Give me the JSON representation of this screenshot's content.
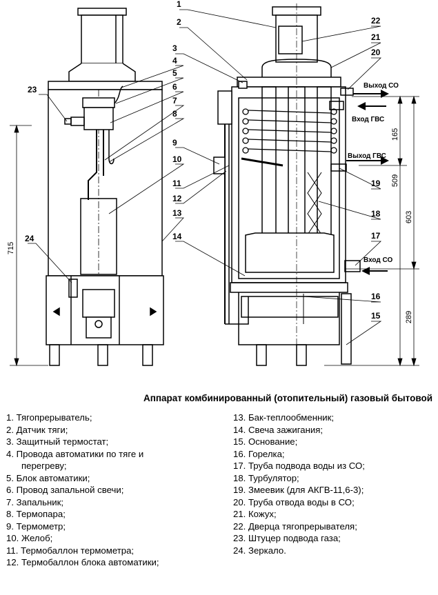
{
  "diagram": {
    "callouts": [
      "1",
      "2",
      "3",
      "4",
      "5",
      "6",
      "7",
      "8",
      "9",
      "10",
      "11",
      "12",
      "13",
      "14",
      "15",
      "16",
      "17",
      "18",
      "19",
      "20",
      "21",
      "22",
      "23",
      "24"
    ],
    "dimensions": {
      "d715": "715",
      "d165": "165",
      "d509": "509",
      "d603": "603",
      "d289": "289"
    },
    "flows": {
      "out_co": "Выход СО",
      "in_gvs": "Вход ГВС",
      "out_gvs": "Выход ГВС",
      "in_co": "Вход СО"
    }
  },
  "title": "Аппарат комбинированный (отопительный) газовый бытовой",
  "legend_left": [
    "1. Тягопрерыватель;",
    "2. Датчик тяги;",
    "3. Защитный термостат;",
    "4. Провода автоматики по тяге и",
    "перегреву;",
    "5. Блок автоматики;",
    "6. Провод запальной свечи;",
    "7. Запальник;",
    "8. Термопара;",
    "9. Термометр;",
    "10. Желоб;",
    "11. Термобаллон термометра;",
    "12. Термобаллон блока автоматики;"
  ],
  "legend_right": [
    "13. Бак-теплообменник;",
    "14. Свеча зажигания;",
    "15. Основание;",
    "16. Горелка;",
    "17. Труба подвода воды из СО;",
    "18. Турбулятор;",
    "19. Змеевик (для АКГВ-11,6-3);",
    "20. Труба отвода воды в СО;",
    "21. Кожух;",
    "22. Дверца тягопрерывателя;",
    "23. Штуцер подвода газа;",
    "24. Зеркало."
  ]
}
